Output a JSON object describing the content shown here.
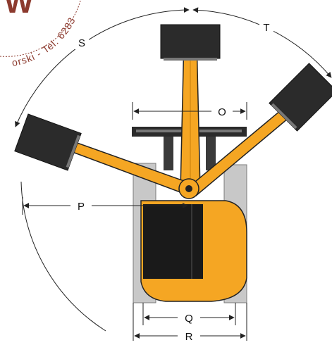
{
  "diagram": {
    "colors": {
      "body": "#f5a623",
      "body_dark": "#c77d0a",
      "tracks": "#c8c8c8",
      "tracks_dark": "#7a7a7a",
      "bucket": "#2b2b2b",
      "line": "#222222",
      "stamp": "#8c3a2e"
    },
    "dimension_labels": {
      "swing_left": "S",
      "swing_right": "T",
      "boom_width": "O",
      "reach_left": "P",
      "track_inner": "Q",
      "track_outer": "R"
    },
    "watermark": {
      "text": "orski - Tel. 6283",
      "mark": "W"
    }
  }
}
